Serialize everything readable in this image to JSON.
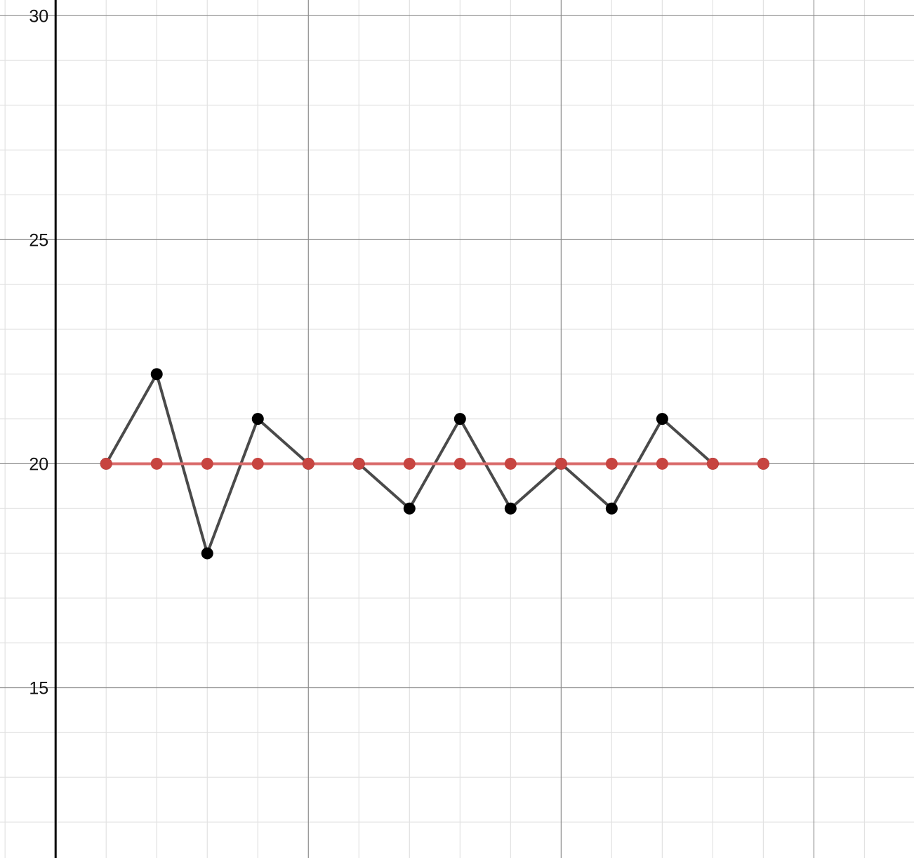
{
  "chart_data": {
    "type": "line",
    "x": [
      1,
      2,
      3,
      4,
      5,
      6,
      7,
      8,
      9,
      10,
      11,
      12,
      13,
      14
    ],
    "series": [
      {
        "values": [
          20,
          22,
          18,
          21,
          20,
          20,
          19,
          21,
          19,
          20,
          19,
          21,
          20,
          20
        ],
        "color": "#4a4a4a",
        "marker_color": "#000000"
      },
      {
        "values": [
          20,
          20,
          20,
          20,
          20,
          20,
          20,
          20,
          20,
          20,
          20,
          20,
          20,
          20
        ],
        "color": "#d96a6a",
        "marker_color": "#c74440"
      }
    ],
    "xlim": [
      -1.1,
      16.98
    ],
    "ylim": [
      11.2,
      30.35
    ],
    "y_major_ticks": [
      15,
      20,
      25,
      30
    ],
    "y_tick_labels": [
      "15",
      "20",
      "25",
      "30"
    ],
    "x_major_step": 5,
    "x_minor_step": 1,
    "y_minor_step": 1,
    "grid": true,
    "title": "",
    "xlabel": "",
    "ylabel": ""
  }
}
